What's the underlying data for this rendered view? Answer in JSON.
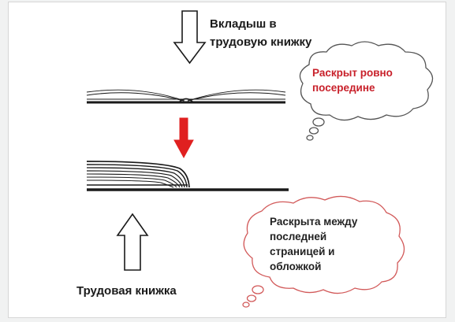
{
  "labels": {
    "insert_line1": "Вкладыш в",
    "insert_line2": "трудовую книжку",
    "book": "Трудовая книжка"
  },
  "clouds": {
    "top": {
      "line1": "Раскрыт ровно",
      "line2": "посередине"
    },
    "bottom": {
      "line1": "Раскрыта между",
      "line2": "последней",
      "line3": "страницей и",
      "line4": "обложкой"
    }
  },
  "colors": {
    "background": "#f1f2f2",
    "card": "#ffffff",
    "ink": "#1a1a1a",
    "accent_red": "#e02020",
    "cloud_text_red": "#c8202a",
    "cloud_text_dark": "#222222",
    "cloud_outline": "#555555",
    "cloud_outline_red": "#d25a5a"
  }
}
